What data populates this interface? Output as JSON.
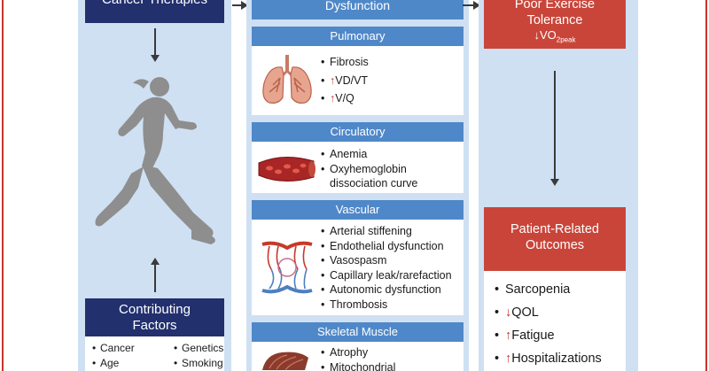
{
  "left_column": {
    "therapies_box": "Cancer Therapies",
    "factors_title": "Contributing Factors",
    "factors": [
      "Cancer",
      "Genetics",
      "Age",
      "Smoking"
    ]
  },
  "center_column": {
    "top_title": "Dysfunction",
    "sections": [
      {
        "title": "Pulmonary",
        "items": [
          {
            "arrow": "",
            "text": "Fibrosis"
          },
          {
            "arrow": "↑",
            "text": "VD/VT"
          },
          {
            "arrow": "↑",
            "text": "V/Q"
          }
        ]
      },
      {
        "title": "Circulatory",
        "items": [
          {
            "arrow": "",
            "text": "Anemia"
          },
          {
            "arrow": "",
            "text": "Oxyhemoglobin dissociation curve"
          }
        ]
      },
      {
        "title": "Vascular",
        "items": [
          {
            "arrow": "",
            "text": "Arterial stiffening"
          },
          {
            "arrow": "",
            "text": "Endothelial dysfunction"
          },
          {
            "arrow": "",
            "text": "Vasospasm"
          },
          {
            "arrow": "",
            "text": "Capillary leak/rarefaction"
          },
          {
            "arrow": "",
            "text": "Autonomic dysfunction"
          },
          {
            "arrow": "",
            "text": "Thrombosis"
          }
        ]
      },
      {
        "title": "Skeletal Muscle",
        "items": [
          {
            "arrow": "",
            "text": "Atrophy"
          },
          {
            "arrow": "",
            "text": "Mitochondrial"
          }
        ]
      }
    ]
  },
  "right_column": {
    "tolerance_line1": "Poor Exercise",
    "tolerance_line2": "Tolerance",
    "tolerance_arrow": "↓",
    "tolerance_vo2": "VO",
    "tolerance_sub": "2peak",
    "outcomes_title": "Patient-Related Outcomes",
    "outcomes": [
      {
        "arrow": "",
        "text": "Sarcopenia"
      },
      {
        "arrow": "↓",
        "text": "QOL"
      },
      {
        "arrow": "↑",
        "text": "Fatigue"
      },
      {
        "arrow": "↑",
        "text": "Hospitalizations"
      }
    ]
  },
  "colors": {
    "navy": "#22306e",
    "red": "#c9453a",
    "section_blue": "#4f88c9",
    "column_bg": "#cfe0f3"
  }
}
